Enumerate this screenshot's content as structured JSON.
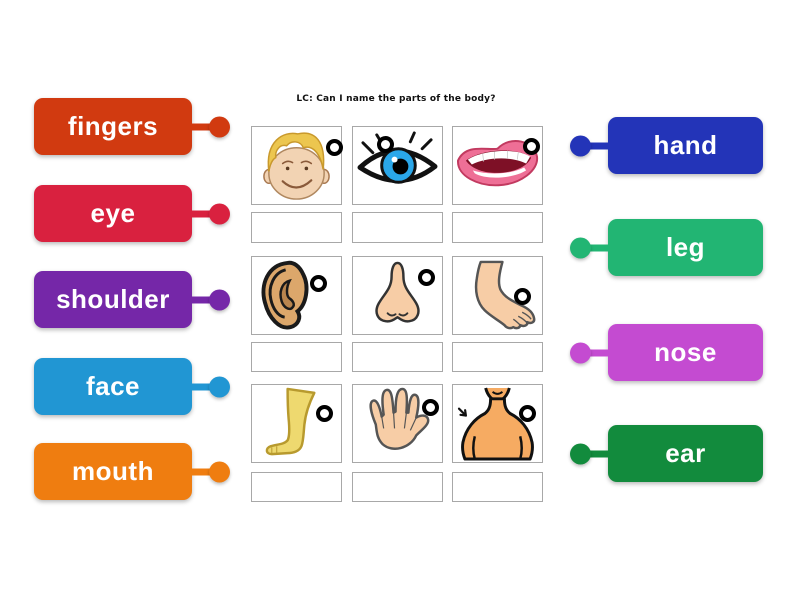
{
  "worksheet": {
    "title": "LC: Can I name the parts of the body?",
    "images": [
      "face",
      "eye",
      "mouth",
      "ear",
      "nose",
      "arm",
      "leg",
      "hand",
      "shoulders"
    ],
    "marker_color": "#000000",
    "answer_box_count": 9
  },
  "left_labels": [
    {
      "label": "fingers",
      "color": "#d13a10"
    },
    {
      "label": "eye",
      "color": "#d9213f"
    },
    {
      "label": "shoulder",
      "color": "#7527a8"
    },
    {
      "label": "face",
      "color": "#2196d3"
    },
    {
      "label": "mouth",
      "color": "#ef7d10"
    }
  ],
  "right_labels": [
    {
      "label": "hand",
      "color": "#2334b8"
    },
    {
      "label": "leg",
      "color": "#22b573"
    },
    {
      "label": "nose",
      "color": "#c44bd1"
    },
    {
      "label": "ear",
      "color": "#128b3d"
    }
  ]
}
